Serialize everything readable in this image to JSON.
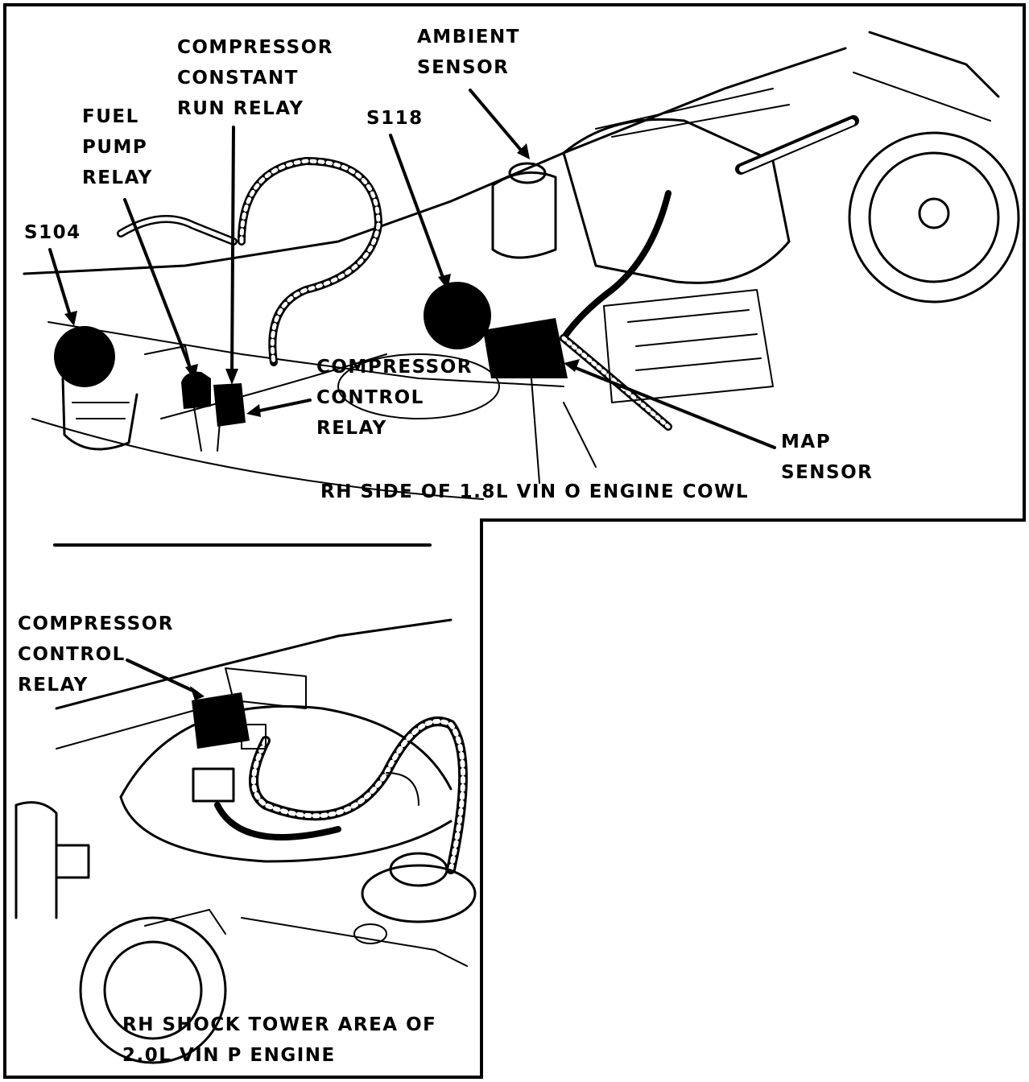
{
  "top_view": {
    "caption": "RH SIDE OF 1.8L VIN O ENGINE COWL",
    "callouts": {
      "compressor_constant_run_relay": [
        "COMPRESSOR",
        "CONSTANT",
        "RUN RELAY"
      ],
      "ambient_sensor": [
        "AMBIENT",
        "SENSOR"
      ],
      "fuel_pump_relay": [
        "FUEL",
        "PUMP",
        "RELAY"
      ],
      "s118": [
        "S118"
      ],
      "s104": [
        "S104"
      ],
      "compressor_control_relay": [
        "COMPRESSOR",
        "CONTROL",
        "RELAY"
      ],
      "map_sensor": [
        "MAP",
        "SENSOR"
      ]
    }
  },
  "bottom_view": {
    "caption": [
      "RH SHOCK TOWER AREA OF",
      "2.0L VIN P ENGINE"
    ],
    "callouts": {
      "compressor_control_relay": [
        "COMPRESSOR",
        "CONTROL",
        "RELAY"
      ]
    }
  }
}
